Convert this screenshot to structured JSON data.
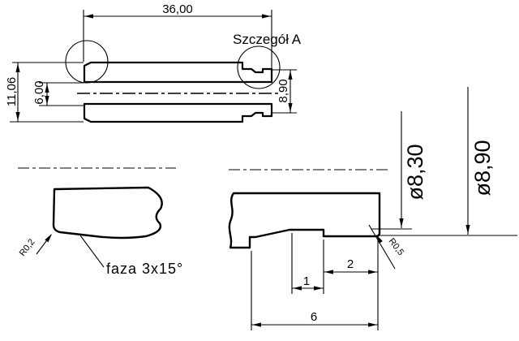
{
  "drawing": {
    "labels": {
      "detail_callout": "Szczegół A",
      "chamfer_note": "faza 3x15°",
      "radius_left": "R0,2",
      "radius_right": "R0,5"
    },
    "dimensions": {
      "total_length": "36,00",
      "outer_diameter": "11,06",
      "bore_diameter": "6,00",
      "neck_diameter": "8,90",
      "groove_diameter": "ø8,30",
      "end_diameter": "ø8,90",
      "groove_width": "1",
      "end_land_width": "2",
      "detail_length": "6"
    },
    "colors": {
      "line": "#000000",
      "background": "#ffffff"
    }
  }
}
